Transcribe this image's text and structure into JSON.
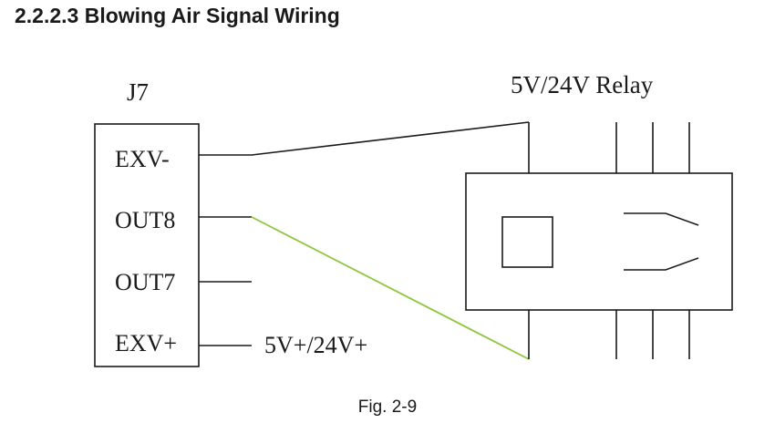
{
  "heading": "2.2.2.3 Blowing Air Signal Wiring",
  "connector": {
    "name": "J7",
    "pins": [
      "EXV-",
      "OUT8",
      "OUT7",
      "EXV+"
    ]
  },
  "relay": {
    "label": "5V/24V Relay"
  },
  "supply_label": "5V+/24V+",
  "caption": "Fig. 2-9",
  "colors": {
    "wire": "#1a1a1a",
    "signal_wire": "#8ec63f"
  }
}
